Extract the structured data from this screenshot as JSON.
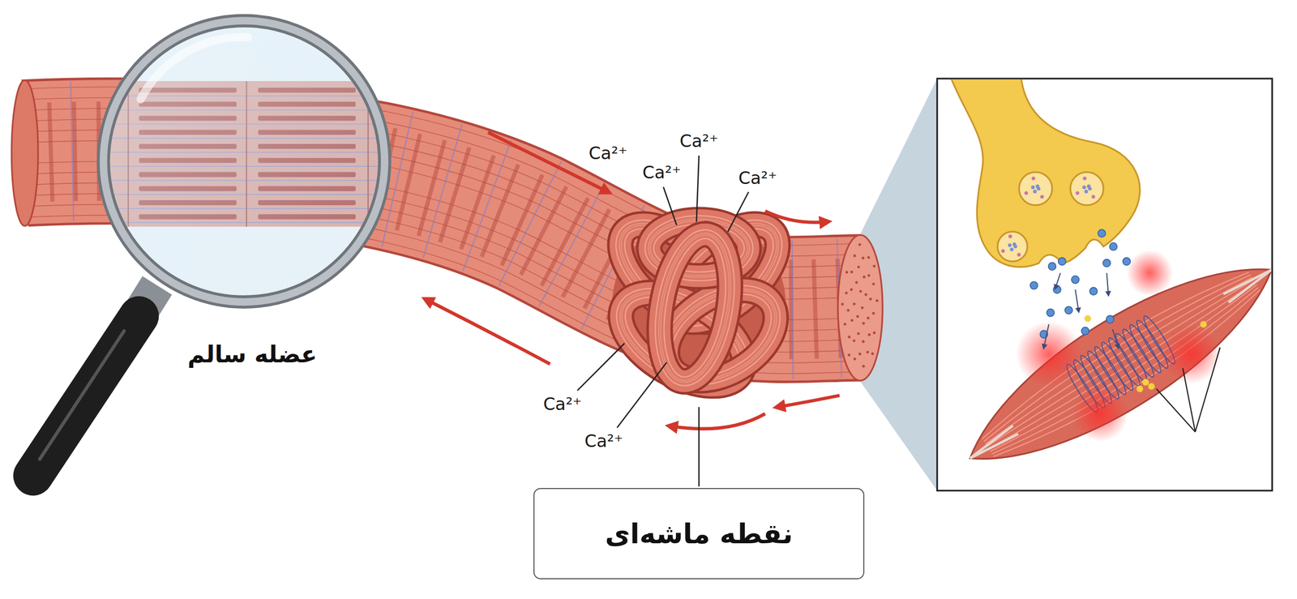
{
  "diagram": {
    "nodes": [
      {
        "text": [
          "نقطه ماشه‌ای"
        ]
      }
    ],
    "labels": [
      "عضله سالم",
      "Ca²⁺",
      "Ca²⁺",
      "Ca²⁺",
      "Ca²⁺",
      "Ca²⁺",
      "Ca²⁺"
    ]
  }
}
